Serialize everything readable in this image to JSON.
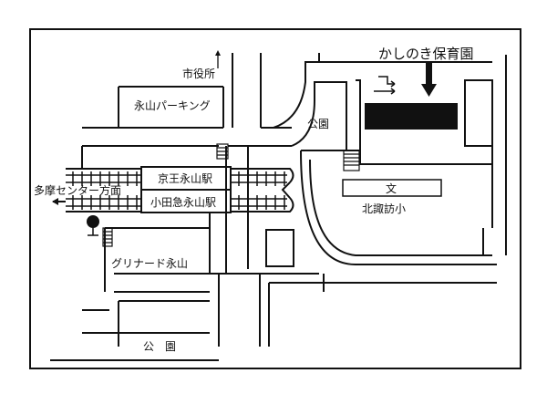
{
  "map": {
    "destination": "かしのき保育園",
    "labels": {
      "city_hall": "市役所",
      "parking": "永山パーキング",
      "park_upper": "公園",
      "tama_center": "多摩センター方面",
      "keio_station": "京王永山駅",
      "odakyu_station": "小田急永山駅",
      "school_mark": "文",
      "school_name": "北諏訪小",
      "grinade": "グリナード永山",
      "park_lower": "公　園"
    },
    "legend_symbols": [
      "tree-symbol",
      "direction-arrow",
      "stairs-symbol"
    ]
  }
}
